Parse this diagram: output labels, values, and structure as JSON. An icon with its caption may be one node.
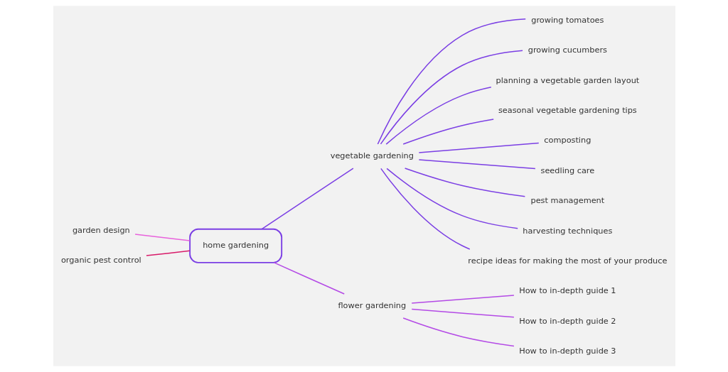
{
  "diagram": {
    "nodes": [
      {
        "text": [
          "home gardening"
        ]
      },
      {
        "text": [
          "garden design"
        ]
      },
      {
        "text": [
          "organic pest control"
        ]
      },
      {
        "text": [
          "vegetable gardening"
        ]
      },
      {
        "text": [
          "growing tomatoes"
        ]
      },
      {
        "text": [
          "growing cucumbers"
        ]
      },
      {
        "text": [
          "planning a vegetable garden layout"
        ]
      },
      {
        "text": [
          "seasonal vegetable gardening tips"
        ]
      },
      {
        "text": [
          "composting"
        ]
      },
      {
        "text": [
          "seedling care"
        ]
      },
      {
        "text": [
          "pest management"
        ]
      },
      {
        "text": [
          "harvesting techniques"
        ]
      },
      {
        "text": [
          "recipe ideas for making the most of your produce"
        ]
      },
      {
        "text": [
          "flower gardening"
        ]
      },
      {
        "text": [
          "How to in-depth guide 1"
        ]
      },
      {
        "text": [
          "How to in-depth guide 2"
        ]
      },
      {
        "text": [
          "How to in-depth guide 3"
        ]
      }
    ],
    "edges": [
      {
        "from": 0,
        "to": 1,
        "arrow": "none",
        "color": "#e862dc"
      },
      {
        "from": 0,
        "to": 2,
        "arrow": "none",
        "color": "#d81b6a"
      },
      {
        "from": 0,
        "to": 3,
        "arrow": "none"
      },
      {
        "from": 3,
        "to": 4,
        "arrow": "none"
      },
      {
        "from": 3,
        "to": 5,
        "arrow": "none"
      },
      {
        "from": 3,
        "to": 6,
        "arrow": "none"
      },
      {
        "from": 3,
        "to": 7,
        "arrow": "none"
      },
      {
        "from": 3,
        "to": 8,
        "arrow": "none"
      },
      {
        "from": 3,
        "to": 9,
        "arrow": "none"
      },
      {
        "from": 3,
        "to": 10,
        "arrow": "none"
      },
      {
        "from": 3,
        "to": 11,
        "arrow": "none"
      },
      {
        "from": 3,
        "to": 12,
        "arrow": "none"
      },
      {
        "from": 0,
        "to": 13,
        "arrow": "none",
        "color": "#b44ae6"
      },
      {
        "from": 13,
        "to": 14,
        "arrow": "none",
        "color": "#b44ae6"
      },
      {
        "from": 13,
        "to": 15,
        "arrow": "none",
        "color": "#b44ae6"
      },
      {
        "from": 13,
        "to": 16,
        "arrow": "none",
        "color": "#b44ae6"
      }
    ]
  }
}
